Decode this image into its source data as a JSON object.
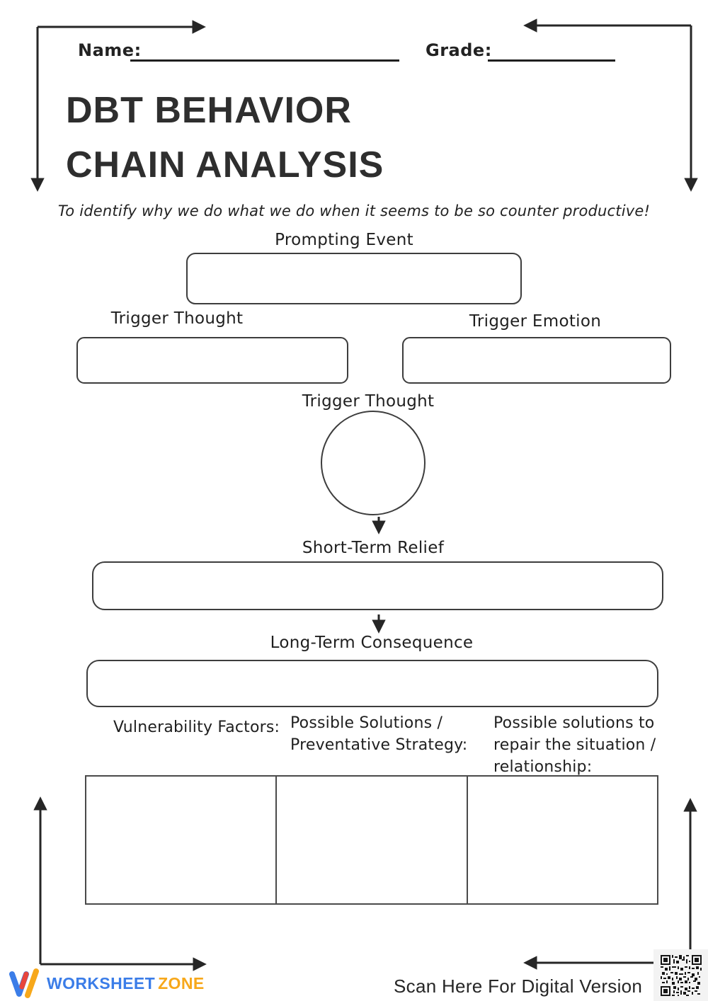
{
  "header": {
    "name_label": "Name:",
    "grade_label": "Grade:"
  },
  "title": {
    "line1": "DBT BEHAVIOR",
    "line2": "CHAIN ANALYSIS"
  },
  "subtitle": "To identify why we do what we do when it seems to be so counter productive!",
  "diagram": {
    "prompting_event_label": "Prompting Event",
    "trigger_thought_label": "Trigger Thought",
    "trigger_emotion_label": "Trigger Emotion",
    "trigger_thought_circle_label": "Trigger Thought",
    "short_term_relief_label": "Short-Term Relief",
    "long_term_consequence_label": "Long-Term Consequence"
  },
  "columns": [
    {
      "lines": [
        "Vulnerability Factors:"
      ]
    },
    {
      "lines": [
        "Possible Solutions /",
        "Preventative Strategy:"
      ]
    },
    {
      "lines": [
        "Possible solutions to",
        "repair the situation /",
        "relationship:"
      ]
    }
  ],
  "footer": {
    "logo_text_primary": "WORKSHEET",
    "logo_text_secondary": "ZONE",
    "scan_text": "Scan Here For Digital Version"
  },
  "colors": {
    "ink": "#2a2a2a",
    "logo_blue": "#3b7de8",
    "logo_orange": "#f7a81b",
    "logo_red": "#e8453c"
  }
}
